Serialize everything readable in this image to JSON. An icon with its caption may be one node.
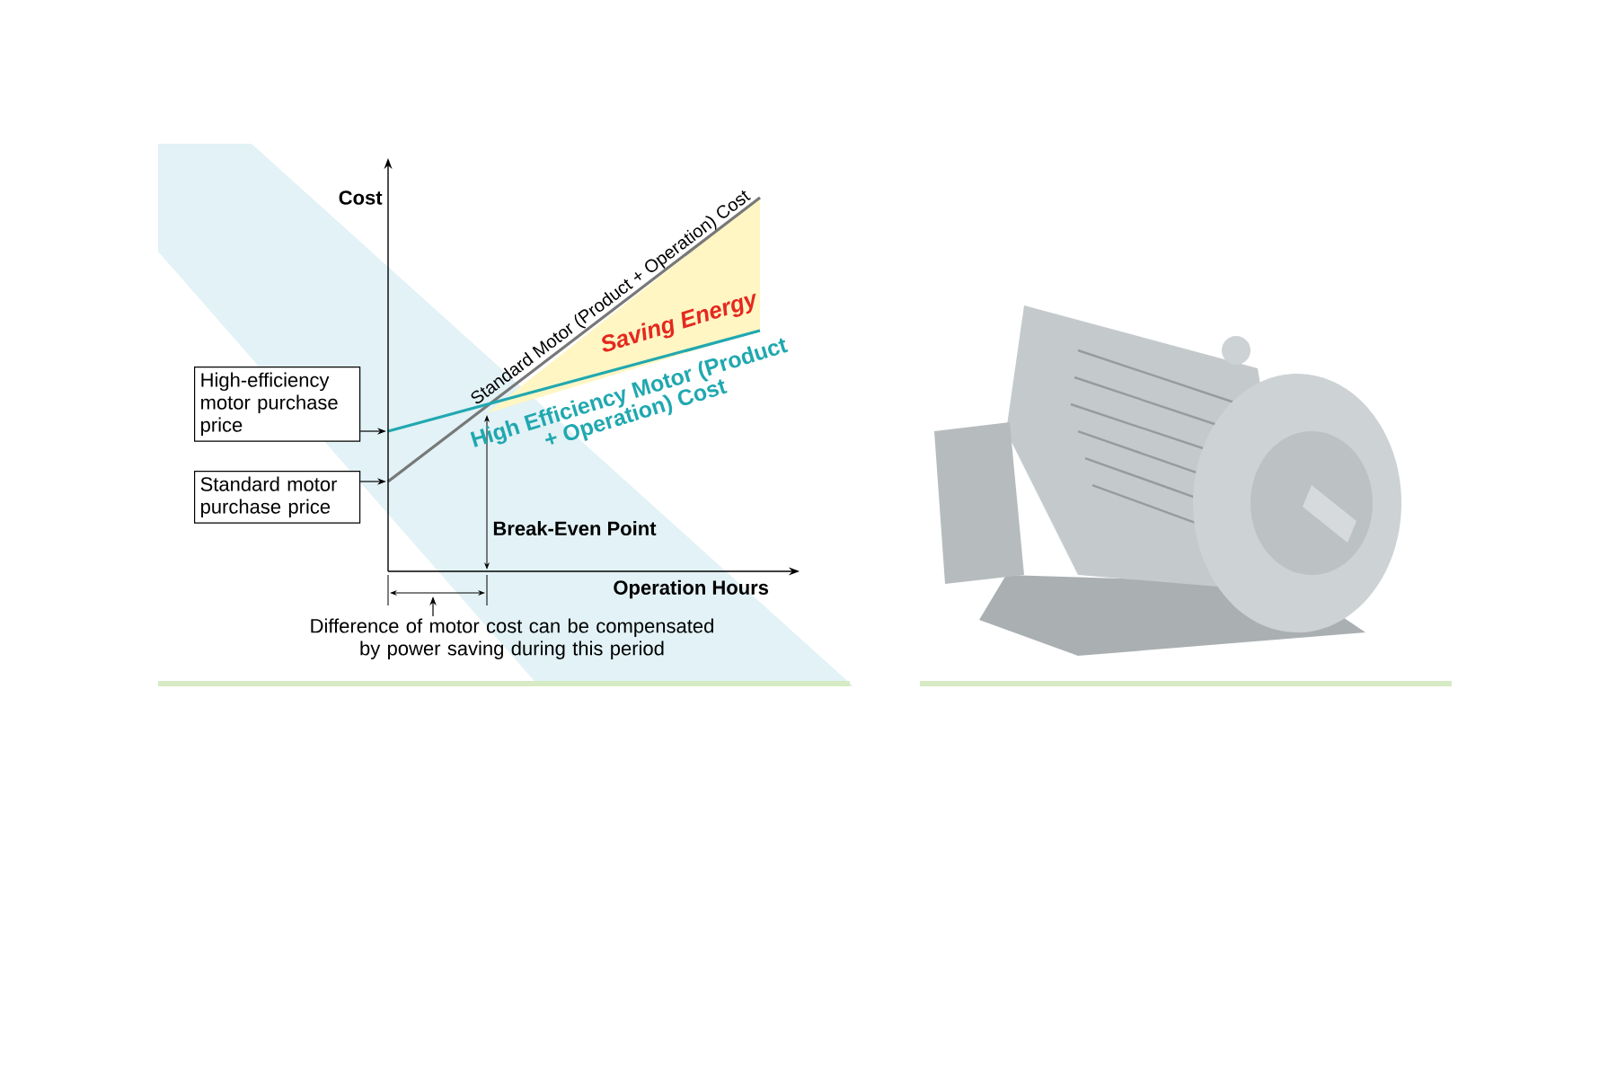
{
  "diagram": {
    "nodes": [
      {
        "text": [
          "High-efficiency motor purchase price"
        ]
      },
      {
        "text": [
          "Standard motor purchase price"
        ]
      },
      {
        "text": [
          "Difference of motor cost can be compensated by power saving during this period"
        ]
      }
    ],
    "edges": [
      {
        "from": 0,
        "to": null,
        "arrow": "to"
      },
      {
        "from": 1,
        "to": null,
        "arrow": "to"
      },
      {
        "from": 2,
        "to": null,
        "arrow": "to"
      }
    ],
    "labels": [
      "Cost",
      "Standard Motor (Product + Operation) Cost",
      "Saving Energy",
      "High Efficiency Motor (Product + Operation) Cost",
      "Break-Even Point",
      "Operation Hours"
    ]
  }
}
